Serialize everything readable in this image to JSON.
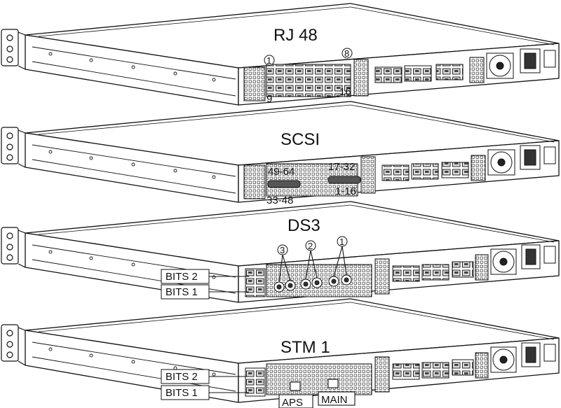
{
  "panels": [
    {
      "title": "RJ 48",
      "labels": [
        "1",
        "8",
        "9",
        "16"
      ]
    },
    {
      "title": "SCSI",
      "labels": [
        "49-64",
        "17-32",
        "33-48",
        "1-16"
      ]
    },
    {
      "title": "DS3",
      "labels": [
        "3",
        "2",
        "1",
        "BITS 2",
        "BITS 1"
      ]
    },
    {
      "title": "STM 1",
      "labels": [
        "BITS 2",
        "BITS 1",
        "APS",
        "MAIN"
      ]
    }
  ]
}
